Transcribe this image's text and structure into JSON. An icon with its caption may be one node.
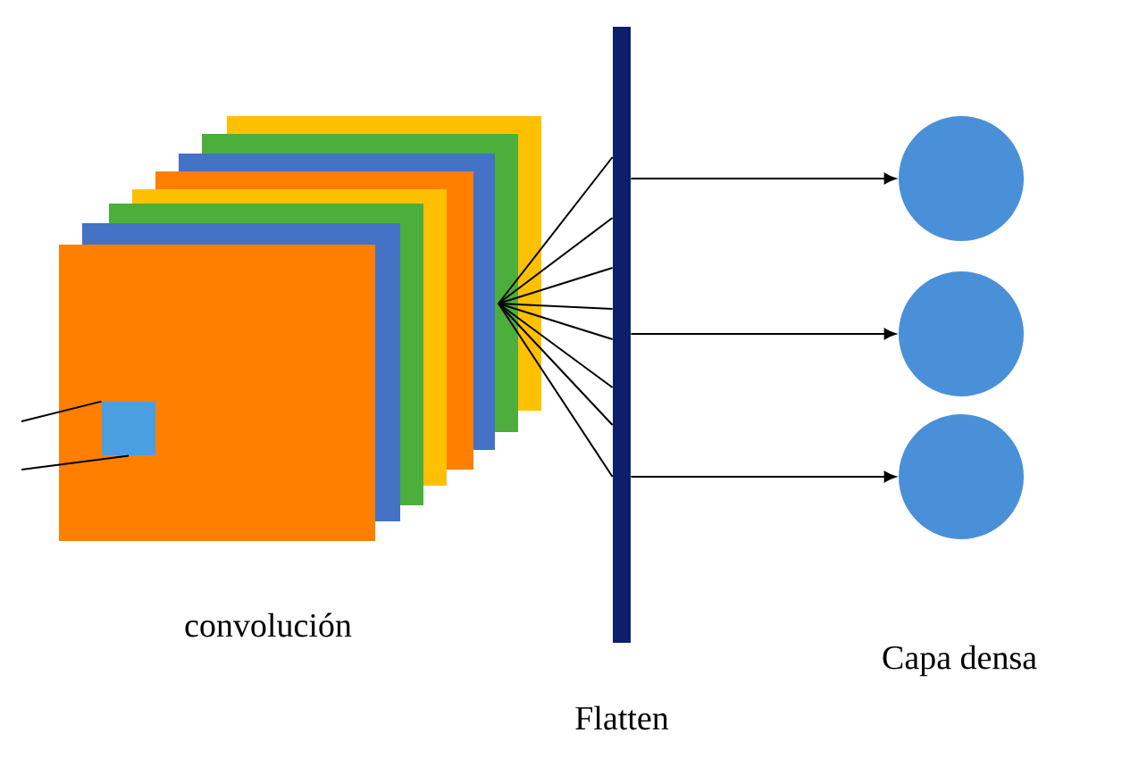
{
  "diagram": {
    "nodes": [
      {
        "text": [
          "convolución"
        ]
      },
      {
        "text": [],
        "shape": "box",
        "in": 0
      },
      {
        "text": [
          "Flatten"
        ]
      },
      {
        "text": [],
        "shape": "circle"
      },
      {
        "text": [],
        "shape": "circle"
      },
      {
        "text": [],
        "shape": "circle"
      }
    ],
    "edges": [
      {
        "from": null,
        "to": 1,
        "arrow": "none"
      },
      {
        "from": null,
        "to": 1,
        "arrow": "none"
      },
      {
        "from": 0,
        "to": 2,
        "arrow": "none"
      },
      {
        "from": 0,
        "to": 2,
        "arrow": "none"
      },
      {
        "from": 0,
        "to": 2,
        "arrow": "none"
      },
      {
        "from": 0,
        "to": 2,
        "arrow": "none"
      },
      {
        "from": 0,
        "to": 2,
        "arrow": "none"
      },
      {
        "from": 0,
        "to": 2,
        "arrow": "none"
      },
      {
        "from": 0,
        "to": 2,
        "arrow": "none"
      },
      {
        "from": 0,
        "to": 2,
        "arrow": "none"
      },
      {
        "from": 2,
        "to": 3,
        "arrow": "to"
      },
      {
        "from": 2,
        "to": 4,
        "arrow": "to"
      },
      {
        "from": 2,
        "to": 5,
        "arrow": "to"
      }
    ],
    "labels": [
      "Capa densa"
    ]
  }
}
